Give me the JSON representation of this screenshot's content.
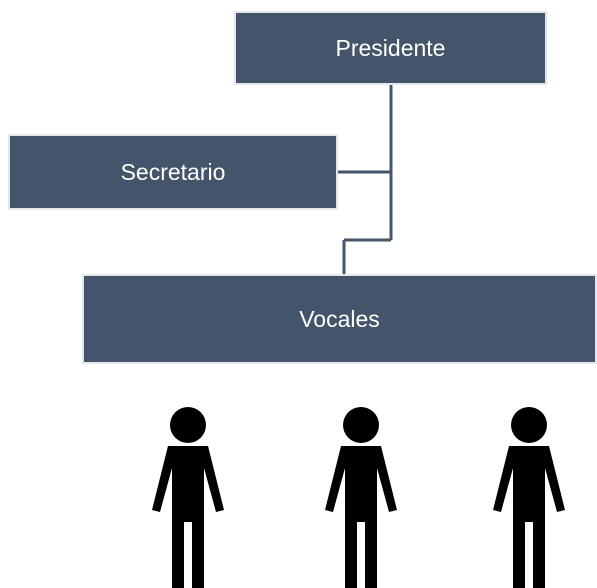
{
  "org_chart": {
    "president": {
      "label": "Presidente"
    },
    "secretary": {
      "label": "Secretario"
    },
    "members": {
      "label": "Vocales"
    }
  },
  "colors": {
    "box_fill": "#44546a",
    "box_border": "#e3e7ec",
    "connector": "#44546a",
    "person": "#000000",
    "text": "#ffffff"
  },
  "icons": [
    "person-icon",
    "person-icon",
    "person-icon"
  ]
}
